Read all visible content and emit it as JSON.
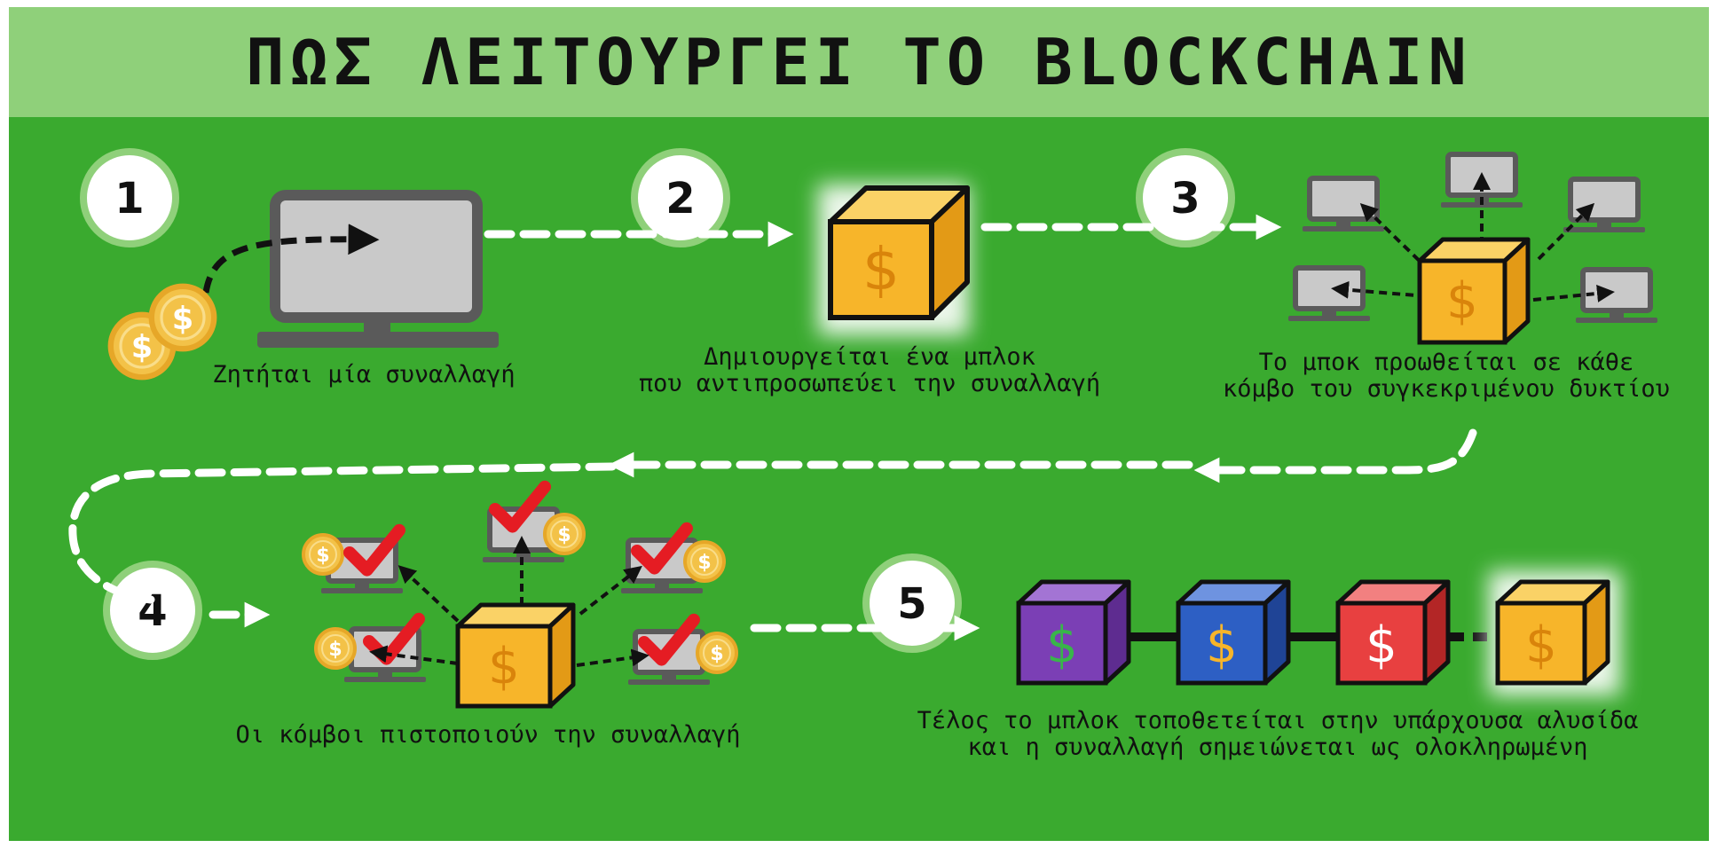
{
  "title": "ΠΩΣ ΛΕΙΤΟΥΡΓΕΙ ΤΟ BLOCKCHAIN",
  "steps": [
    {
      "number": "1",
      "caption_lines": [
        "Ζητήται μία συναλλαγή"
      ]
    },
    {
      "number": "2",
      "caption_lines": [
        "Δημιουργείται ένα μπλοκ",
        "που αντιπροσωπεύει την συναλλαγή"
      ]
    },
    {
      "number": "3",
      "caption_lines": [
        "Το μποκ προωθείται σε κάθε",
        "κόμβο του συγκεκριμένου δυκτίου"
      ]
    },
    {
      "number": "4",
      "caption_lines": [
        "Οι κόμβοι πιστοποιούν την συναλλαγή"
      ]
    },
    {
      "number": "5",
      "caption_lines": [
        "Τέλος το μπλοκ τοποθετείται στην υπάρχουσα αλυσίδα",
        "και η συναλλαγή σημειώνεται ως ολοκληρωμένη"
      ]
    }
  ],
  "symbols": {
    "currency": "$"
  },
  "icons": [
    "coin-icon",
    "monitor-icon",
    "block-cube-icon",
    "checkmark-icon",
    "arrow-icon"
  ],
  "colors": {
    "background": "#3aaa2f",
    "banner": "#8fd07a",
    "block_orange": "#f7b52a",
    "block_purple": "#7b3fb5",
    "block_blue": "#2d5fc4",
    "block_red": "#e84040",
    "coin": "#f3c248",
    "monitor_frame": "#5a5a5a",
    "monitor_screen": "#c9c9c9",
    "check": "#e51c23"
  }
}
